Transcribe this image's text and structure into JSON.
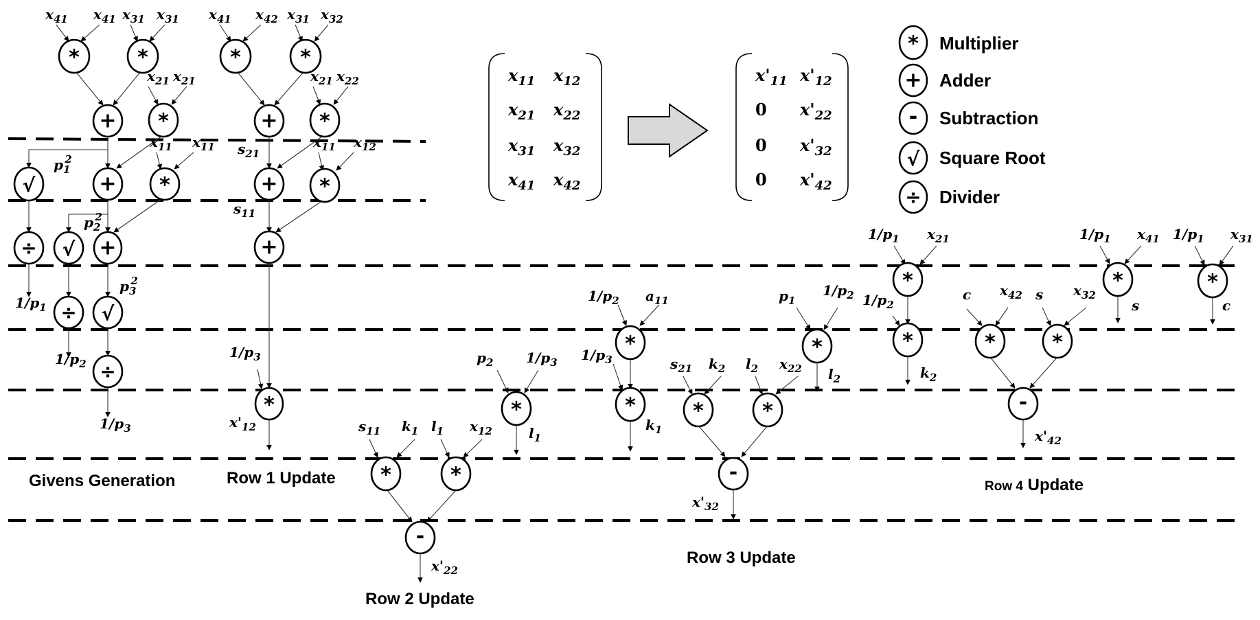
{
  "captions": {
    "givens": "Givens  Generation",
    "row1": "Row 1 Update",
    "row2": "Row 2 Update",
    "row3": "Row 3 Update",
    "row4_small": "Row 4",
    "row4_big": "Update"
  },
  "legend": [
    {
      "symbol": "*",
      "label": "Multiplier"
    },
    {
      "symbol": "+",
      "label": "Adder"
    },
    {
      "symbol": "-",
      "label": "Subtraction"
    },
    {
      "symbol": "√",
      "label": "Square Root"
    },
    {
      "symbol": "÷",
      "label": "Divider"
    }
  ],
  "matrix_before": [
    [
      "x11",
      "x12"
    ],
    [
      "x21",
      "x22"
    ],
    [
      "x31",
      "x32"
    ],
    [
      "x41",
      "x42"
    ]
  ],
  "matrix_after": [
    [
      "x'11",
      "x'12"
    ],
    [
      "0",
      "x'22"
    ],
    [
      "0",
      "x'32"
    ],
    [
      "0",
      "x'42"
    ]
  ],
  "colors": {
    "stroke": "#000000",
    "arrow_fill": "#d9d9d9"
  }
}
